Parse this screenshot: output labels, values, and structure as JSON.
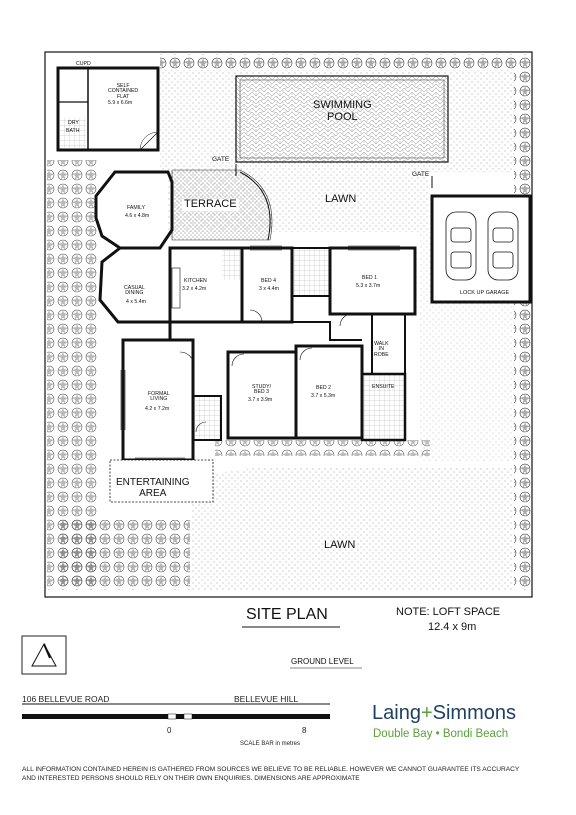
{
  "rooms": {
    "cupd": "CUPD",
    "flat_name": "SELF\nCONTAINED\nFLAT",
    "flat_size": "5.9 x 6.6m",
    "dry": "DRY",
    "bath": "BATH",
    "family_name": "FAMILY",
    "family_size": "4.6 x 4.8m",
    "terrace": "TERRACE",
    "casual_name": "CASUAL\nDINING",
    "casual_size": "4 x 5.4m",
    "kitchen_name": "KITCHEN",
    "kitchen_size": "3.2 x 4.2m",
    "bed4_name": "BED 4",
    "bed4_size": "3 x 4.4m",
    "bed1_name": "BED 1",
    "bed1_size": "5.3 x 3.7m",
    "walk_in": "WALK\nIN\nROBE",
    "ensuite": "ENSUITE",
    "formal_name": "FORMAL\nLIVING",
    "formal_size": "4.2 x 7.2m",
    "study_name": "STUDY/\nBED 3",
    "study_size": "3.7 x 3.9m",
    "bed2_name": "BED 2",
    "bed2_size": "3.7 x 5.3m",
    "entertaining": "ENTERTAINING\nAREA",
    "pool": "SWIMMING\nPOOL",
    "lawn_top": "LAWN",
    "lawn_bottom": "LAWN",
    "gate_left": "GATE",
    "gate_right": "GATE",
    "garage": "LOCK UP GARAGE"
  },
  "titles": {
    "site_plan": "SITE PLAN",
    "note": "NOTE: LOFT SPACE",
    "loft_size": "12.4 x 9m",
    "ground_level": "GROUND LEVEL"
  },
  "footer": {
    "address": "106 BELLEVUE ROAD",
    "suburb": "BELLEVUE HILL",
    "scale_zero": "0",
    "scale_eight": "8",
    "scale_label": "SCALE BAR in metres",
    "brand_left": "Laing",
    "brand_plus": "+",
    "brand_right": "Simmons",
    "brand_sub": "Double Bay • Bondi Beach",
    "disclaimer_1": "ALL INFORMATION CONTAINED HEREIN IS GATHERED FROM SOURCES WE BELIEVE TO BE RELIABLE. HOWEVER WE CANNOT GUARANTEE ITS ACCURACY",
    "disclaimer_2": "AND INTERESTED PERSONS SHOULD RELY ON THEIR OWN ENQUIRIES. DIMENSIONS ARE APPROXIMATE"
  },
  "colors": {
    "brand_green": "#5aa13a",
    "brand_navy": "#1f3f63",
    "wall": "#111111"
  }
}
